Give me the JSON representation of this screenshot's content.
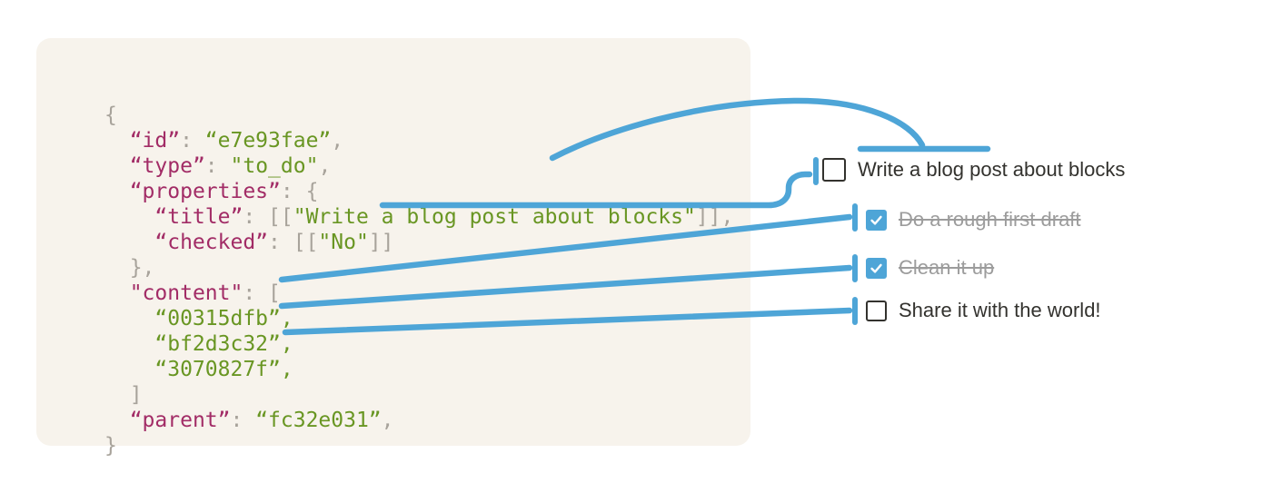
{
  "colors": {
    "accent_blue": "#4ea5d7",
    "panel_bg": "#f7f3ec",
    "code_key": "#a22c66",
    "code_value": "#699623",
    "code_punct": "#a8a39b",
    "text_dark": "#33322e",
    "text_done": "#9c9c9c",
    "checkmark_white": "#ffffff"
  },
  "code_block": {
    "lines": [
      {
        "parts": [
          [
            "p",
            "{"
          ]
        ]
      },
      {
        "parts": [
          [
            "p",
            "  "
          ],
          [
            "k",
            "“id”"
          ],
          [
            "p",
            ": "
          ],
          [
            "v",
            "“e7e93fae”"
          ],
          [
            "p",
            ","
          ]
        ]
      },
      {
        "parts": [
          [
            "p",
            "  "
          ],
          [
            "k",
            "“type”"
          ],
          [
            "p",
            ": "
          ],
          [
            "v",
            "\"to_do\""
          ],
          [
            "p",
            ","
          ]
        ]
      },
      {
        "parts": [
          [
            "p",
            "  "
          ],
          [
            "k",
            "“properties”"
          ],
          [
            "p",
            ": {"
          ]
        ]
      },
      {
        "parts": [
          [
            "p",
            "    "
          ],
          [
            "k",
            "“title”"
          ],
          [
            "p",
            ": [["
          ],
          [
            "v",
            "\"Write a blog post about blocks\""
          ],
          [
            "p",
            "]],"
          ]
        ]
      },
      {
        "parts": [
          [
            "p",
            "    "
          ],
          [
            "k",
            "“checked”"
          ],
          [
            "p",
            ": [["
          ],
          [
            "v",
            "\"No\""
          ],
          [
            "p",
            "]]"
          ]
        ]
      },
      {
        "parts": [
          [
            "p",
            "  },"
          ]
        ]
      },
      {
        "parts": [
          [
            "p",
            "  "
          ],
          [
            "k",
            "\"content\""
          ],
          [
            "p",
            ": ["
          ]
        ]
      },
      {
        "parts": [
          [
            "p",
            "    "
          ],
          [
            "v",
            "“00315dfb”,"
          ]
        ]
      },
      {
        "parts": [
          [
            "p",
            "    "
          ],
          [
            "v",
            "“bf2d3c32”,"
          ]
        ]
      },
      {
        "parts": [
          [
            "p",
            "    "
          ],
          [
            "v",
            "“3070827f”,"
          ]
        ]
      },
      {
        "parts": [
          [
            "p",
            "  ]"
          ]
        ]
      },
      {
        "parts": [
          [
            "p",
            "  "
          ],
          [
            "k",
            "“parent”"
          ],
          [
            "p",
            ": "
          ],
          [
            "v",
            "“fc32e031”"
          ],
          [
            "p",
            ","
          ]
        ]
      },
      {
        "parts": [
          [
            "p",
            "}"
          ]
        ]
      }
    ]
  },
  "todo_list": {
    "items": [
      {
        "label": "Write a blog post about blocks",
        "checked": false
      },
      {
        "label": "Do a rough first draft",
        "checked": true
      },
      {
        "label": "Clean it up",
        "checked": true
      },
      {
        "label": "Share it with the world!",
        "checked": false
      }
    ]
  },
  "connections": [
    {
      "from": "title",
      "to": "item-1-text"
    },
    {
      "from": "checked",
      "to": "item-1-checkbox"
    },
    {
      "from": "content.0",
      "to": "item-2"
    },
    {
      "from": "content.1",
      "to": "item-3"
    },
    {
      "from": "content.2",
      "to": "item-4"
    }
  ]
}
